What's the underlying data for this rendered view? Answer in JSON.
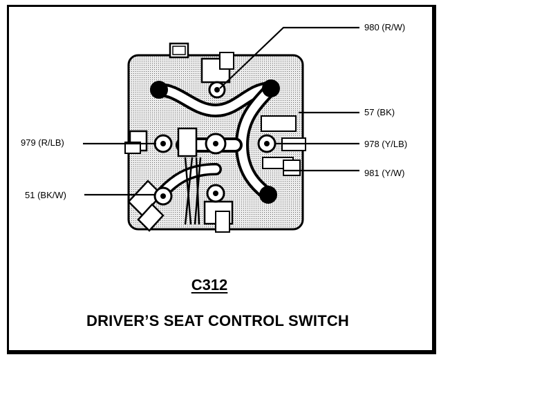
{
  "connector": {
    "id": "C312",
    "description": "DRIVER’S SEAT CONTROL SWITCH"
  },
  "callouts": [
    {
      "key": "c980",
      "text": "980 (R/W)"
    },
    {
      "key": "c57",
      "text": "57 (BK)"
    },
    {
      "key": "c979",
      "text": "979 (R/LB)"
    },
    {
      "key": "c978",
      "text": "978 (Y/LB)"
    },
    {
      "key": "c981",
      "text": "981 (Y/W)"
    },
    {
      "key": "c51",
      "text": "51 (BK/W)"
    }
  ],
  "colors": {
    "ink": "#000000",
    "shading": "#d9d9d9",
    "paper": "#ffffff"
  }
}
